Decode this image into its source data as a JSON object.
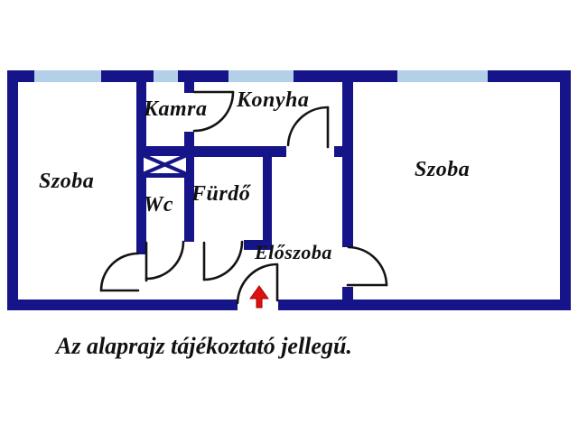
{
  "colors": {
    "wall": "#151589",
    "window": "#b4d0e8",
    "line": "#141414",
    "arrow": "#dd1111",
    "text": "#111111",
    "background": "#ffffff"
  },
  "rooms": {
    "szoba_left": "Szoba",
    "kamra": "Kamra",
    "konyha": "Konyha",
    "wc": "Wc",
    "furdo": "Fürdő",
    "eloszoba": "Előszoba",
    "szoba_right": "Szoba"
  },
  "disclaimer": "Az alaprajz tájékoztató jellegű.",
  "icons": {
    "entrance_arrow": "red-up-arrow-entrance",
    "shaft": "x-crossed-shaft-box"
  }
}
